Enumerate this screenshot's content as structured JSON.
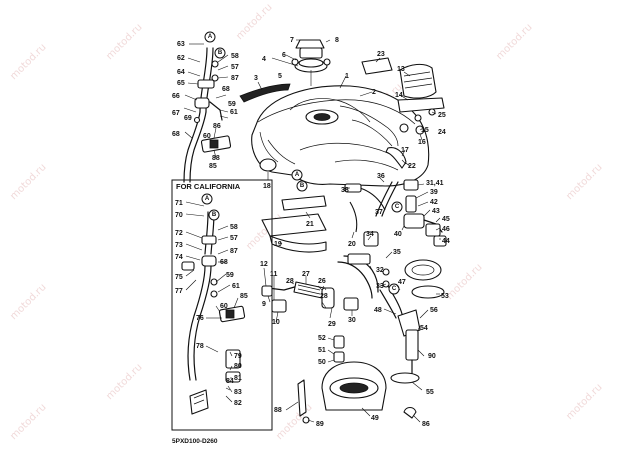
{
  "watermark": "motod.ru",
  "california_box_title": "FOR CALIFORNIA",
  "diagram_code": "5PXD100-D260",
  "markers": {
    "a": "A",
    "b": "B",
    "c": "C"
  },
  "labels": {
    "l63": "63",
    "l62": "62",
    "l64": "64",
    "l65": "65",
    "l66": "66",
    "l67a": "67",
    "l68a": "68",
    "l69a": "69",
    "l58a": "58",
    "l57a": "57",
    "l87a": "87",
    "l68b": "68",
    "l59a": "59",
    "l61a": "61",
    "l60a": "60",
    "l86": "86",
    "l85a": "85",
    "l88a": "88",
    "l7": "7",
    "l8": "8",
    "l6": "6",
    "l5": "5",
    "l4": "4",
    "l3": "3",
    "l1": "1",
    "l2": "2",
    "l23": "23",
    "l13": "13",
    "l14": "14",
    "l25": "25",
    "l15": "15",
    "l16": "16",
    "l24": "24",
    "l17": "17",
    "l22": "22",
    "l18": "18",
    "l38": "38",
    "l36": "36",
    "l31_41": "31,41",
    "l39": "39",
    "l42": "42",
    "l43": "43",
    "l45": "45",
    "l46": "46",
    "l44": "44",
    "l37": "37",
    "l40": "40",
    "l21": "21",
    "l20": "20",
    "l19": "19",
    "l34": "34",
    "l35": "35",
    "l71": "71",
    "l70": "70",
    "l72": "72",
    "l73": "73",
    "l74": "74",
    "l75": "75",
    "l77": "77",
    "l58b": "58",
    "l57b": "57",
    "l87b": "87",
    "l68c": "68",
    "l59b": "59",
    "l61b": "61",
    "l85b": "85",
    "l60b": "60",
    "l76": "76",
    "l78": "78",
    "l79": "79",
    "l80": "80",
    "l81": "81",
    "l83": "83",
    "l84": "84",
    "l82": "82",
    "l12": "12",
    "l11": "11",
    "l28a": "28",
    "l27": "27",
    "l26": "26",
    "l9": "9",
    "l10": "10",
    "l28b": "28",
    "l29": "29",
    "l30": "30",
    "l32": "32",
    "l33": "33",
    "l47": "47",
    "l53": "53",
    "l48": "48",
    "l56": "56",
    "l54": "54",
    "l52": "52",
    "l51": "51",
    "l50": "50",
    "l90": "90",
    "l55": "55",
    "l88b": "88",
    "l49": "49",
    "l89": "89",
    "l86b": "86"
  }
}
